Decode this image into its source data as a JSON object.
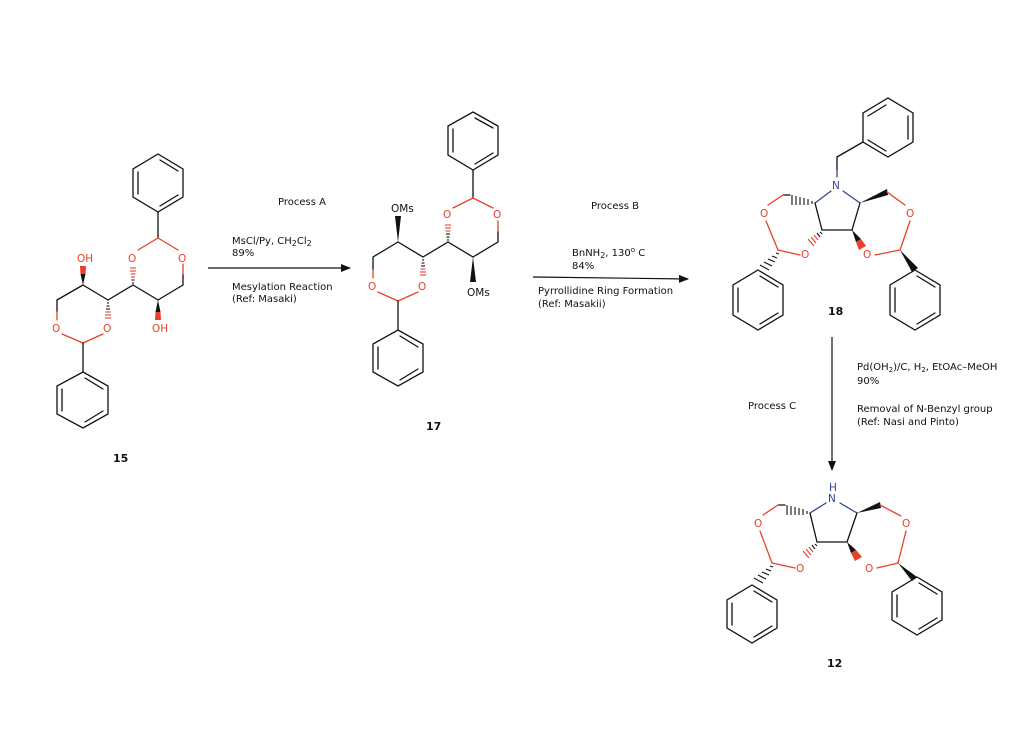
{
  "scheme": {
    "colors": {
      "bond": "#111111",
      "oxygen": "#e8402a",
      "nitrogen": "#33439a"
    },
    "compounds": [
      {
        "id": "15",
        "label": "15",
        "substituents": [
          "OH",
          "OH"
        ]
      },
      {
        "id": "17",
        "label": "17",
        "substituents": [
          "OMs",
          "OMs"
        ]
      },
      {
        "id": "18",
        "label": "18",
        "heteroatoms": [
          "N"
        ]
      },
      {
        "id": "12",
        "label": "12",
        "heteroatoms": [
          "H",
          "N"
        ]
      }
    ],
    "atoms": {
      "O": "O",
      "OH": "OH",
      "OMs": "OMs",
      "N": "N",
      "H": "H"
    },
    "steps": [
      {
        "id": "A",
        "title": "Process A",
        "conditions": "MsCl/Py, CH2Cl2",
        "conditions_parts": {
          "pre": "MsCl/Py, CH",
          "sub1": "2",
          "mid": "Cl",
          "sub2": "2"
        },
        "yield": "89%",
        "description": "Mesylation Reaction",
        "reference": "(Ref: Masaki)"
      },
      {
        "id": "B",
        "title": "Process B",
        "conditions": "BnNH2, 130° C",
        "conditions_parts": {
          "pre": "BnNH",
          "sub1": "2",
          "mid": ", 130",
          "sup": "o",
          "post": " C"
        },
        "yield": "84%",
        "description": "Pyrrollidine Ring Formation",
        "reference": "(Ref: Masakii)"
      },
      {
        "id": "C",
        "title": "Process C",
        "conditions": "Pd(OH2)/C, H2, EtOAc-MeOH",
        "conditions_parts": {
          "pre": "Pd(OH",
          "sub1": "2",
          "mid": ")/C, H",
          "sub2": "2",
          "post": ", EtOAc–MeOH"
        },
        "yield": "90%",
        "description": "Removal of N-Benzyl group",
        "reference": "(Ref: Nasi and Pinto)"
      }
    ]
  }
}
